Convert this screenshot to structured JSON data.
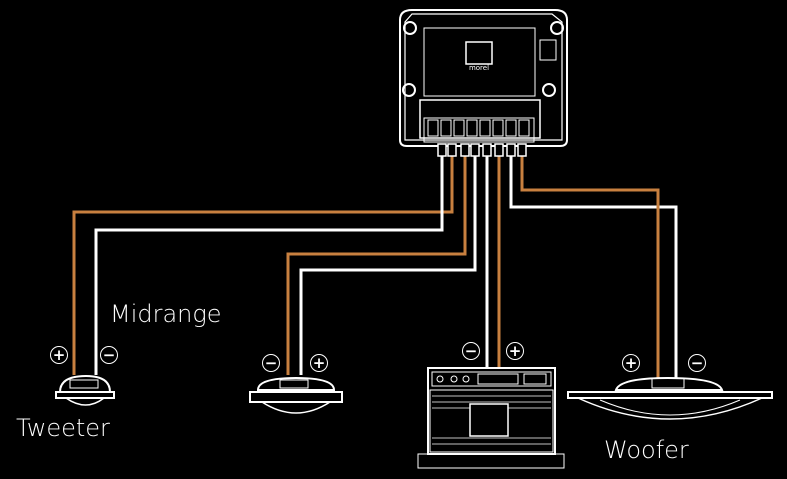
{
  "labels": {
    "tweeter": "Tweeter",
    "midrange": "Midrange",
    "woofer": "Woofer"
  },
  "terminals": {
    "plus": "+",
    "minus": "−"
  },
  "colors": {
    "background": "#000000",
    "line": "#ffffff",
    "positive_wire": "#c8803f",
    "negative_wire": "#ffffff"
  },
  "crossover_brand": "morel"
}
